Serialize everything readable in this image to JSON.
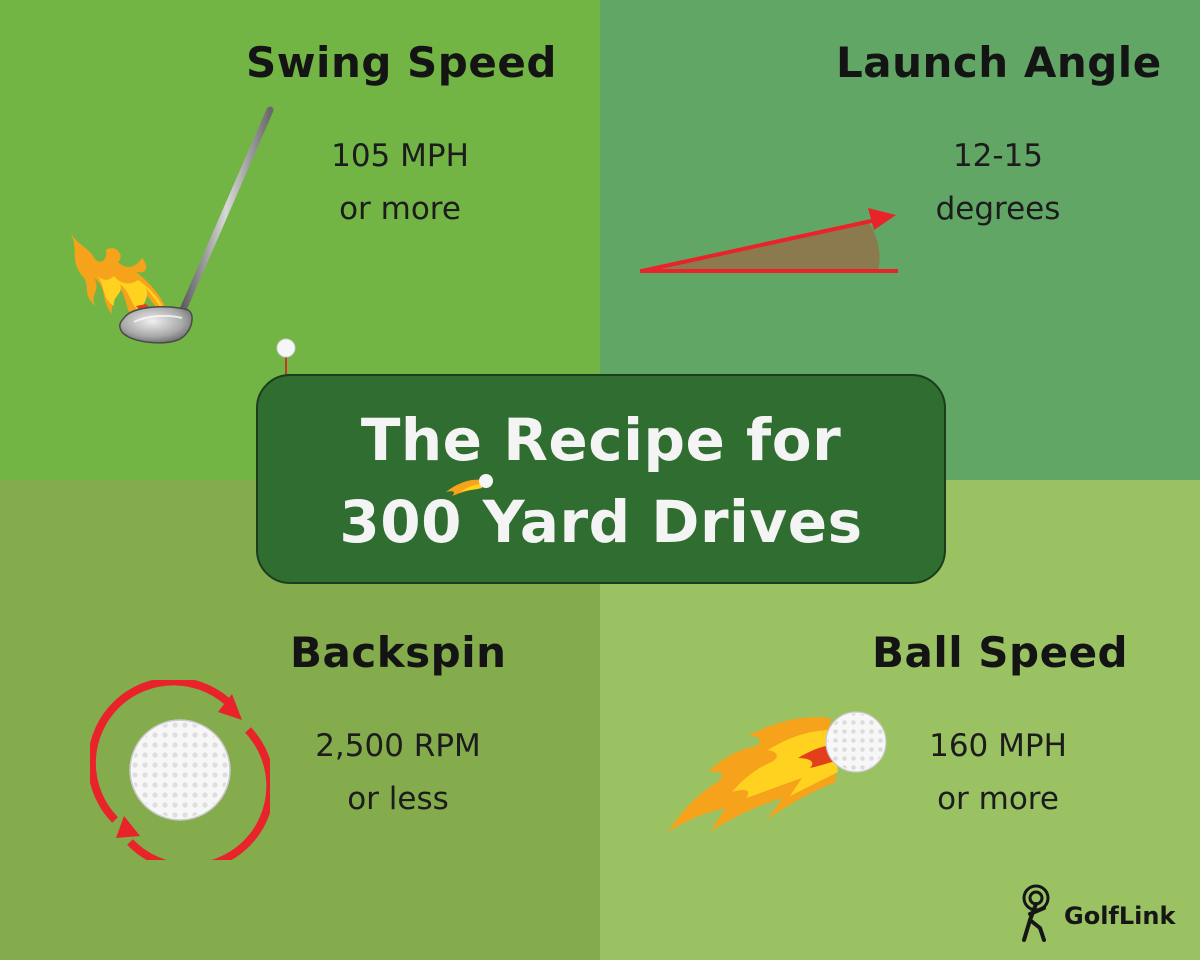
{
  "title": {
    "line1": "The Recipe for",
    "line2": "300 Yard Drives"
  },
  "sections": {
    "swing_speed": {
      "heading": "Swing Speed",
      "line1": "105 MPH",
      "line2": "or more"
    },
    "launch_angle": {
      "heading": "Launch Angle",
      "line1": "12-15",
      "line2": "degrees"
    },
    "backspin": {
      "heading": "Backspin",
      "line1": "2,500 RPM",
      "line2": "or less"
    },
    "ball_speed": {
      "heading": "Ball Speed",
      "line1": "160 MPH",
      "line2": "or more"
    }
  },
  "brand": {
    "name": "GolfLink"
  },
  "icons": [
    "golf-club-icon",
    "flame-icon",
    "launch-angle-icon",
    "golf-ball-icon",
    "spin-arrows-icon",
    "golf-tee-icon",
    "golflink-logo-icon"
  ],
  "colors": {
    "top_left_bg": "#72b545",
    "top_right_bg": "#62a666",
    "bottom_left_bg": "#84ab4c",
    "bottom_right_bg": "#9ac262",
    "center_box": "#2f6d30",
    "arrow_red": "#e8232a",
    "flame_orange": "#f7a21b",
    "flame_yellow": "#ffd21f"
  }
}
